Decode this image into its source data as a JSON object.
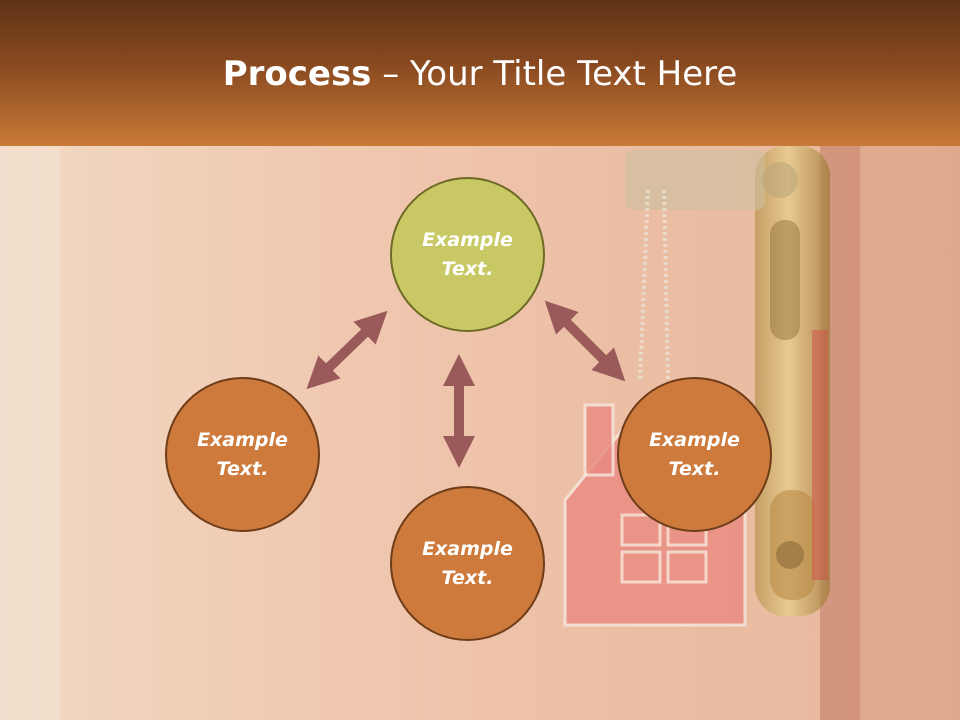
{
  "title": {
    "bold": "Process",
    "rest": " – Your Title Text Here"
  },
  "nodes": {
    "top": "Example Text.",
    "left": "Example Text.",
    "right": "Example Text.",
    "bottom": "Example Text."
  },
  "colors": {
    "header_top": "#5e3216",
    "header_bottom": "#c87a37",
    "node_green": "#c8c964",
    "node_orange": "#cd7a3c",
    "arrow": "#9a5a5a"
  }
}
